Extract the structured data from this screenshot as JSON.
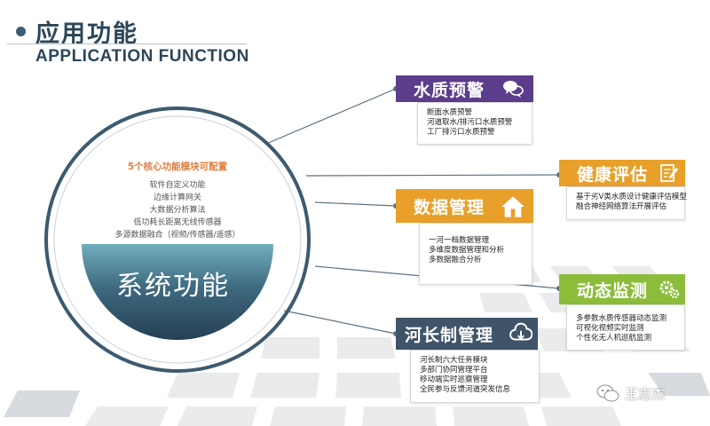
{
  "header": {
    "title_cn": "应用功能",
    "title_en": "APPLICATION FUNCTION"
  },
  "core": {
    "subtitle": "5个核心功能模块可配置",
    "items": [
      "软件自定义功能",
      "边缘计算网关",
      "大数据分析算法",
      "低功耗长距离无线传感器",
      "多源数据融合（视频/传感器/遥感）"
    ],
    "title": "系统功能",
    "colors": {
      "ring": "#3d5a6f",
      "half_top": "#6fa7b7",
      "half_bottom": "#2d4a5f"
    }
  },
  "modules": [
    {
      "id": "water-quality-alert",
      "title": "水质预警",
      "icon": "chat-bubbles-icon",
      "color": "#5b3d8b",
      "lines": [
        "断面水质预警",
        "河道取水/排污口水质预警",
        "工厂排污口水质预警"
      ]
    },
    {
      "id": "health-evaluation",
      "title": "健康评估",
      "icon": "edit-note-icon",
      "color": "#e8a02a",
      "lines": [
        "基于劣V类水质设计健康评估模型",
        "融合神经网络算法开展评估"
      ]
    },
    {
      "id": "data-management",
      "title": "数据管理",
      "icon": "house-icon",
      "color": "#e8a02a",
      "lines": [
        "一河一档数据管理",
        "多维度数据管理和分析",
        "多数据融合分析"
      ]
    },
    {
      "id": "dynamic-monitoring",
      "title": "动态监测",
      "icon": "gears-icon",
      "color": "#8bbd3a",
      "lines": [
        "多参数水质传感器动态监测",
        "可视化视频实时监测",
        "个性化无人机巡航监测"
      ]
    },
    {
      "id": "river-chief-management",
      "title": "河长制管理",
      "icon": "cloud-download-icon",
      "color": "#3f5468",
      "lines": [
        "河长制六大任务模块",
        "多部门协同管理平台",
        "移动端实时巡察管理",
        "全民参与反馈河道突发信息"
      ]
    }
  ],
  "watermark": {
    "icon": "wechat-icon",
    "text": "王志杰"
  }
}
